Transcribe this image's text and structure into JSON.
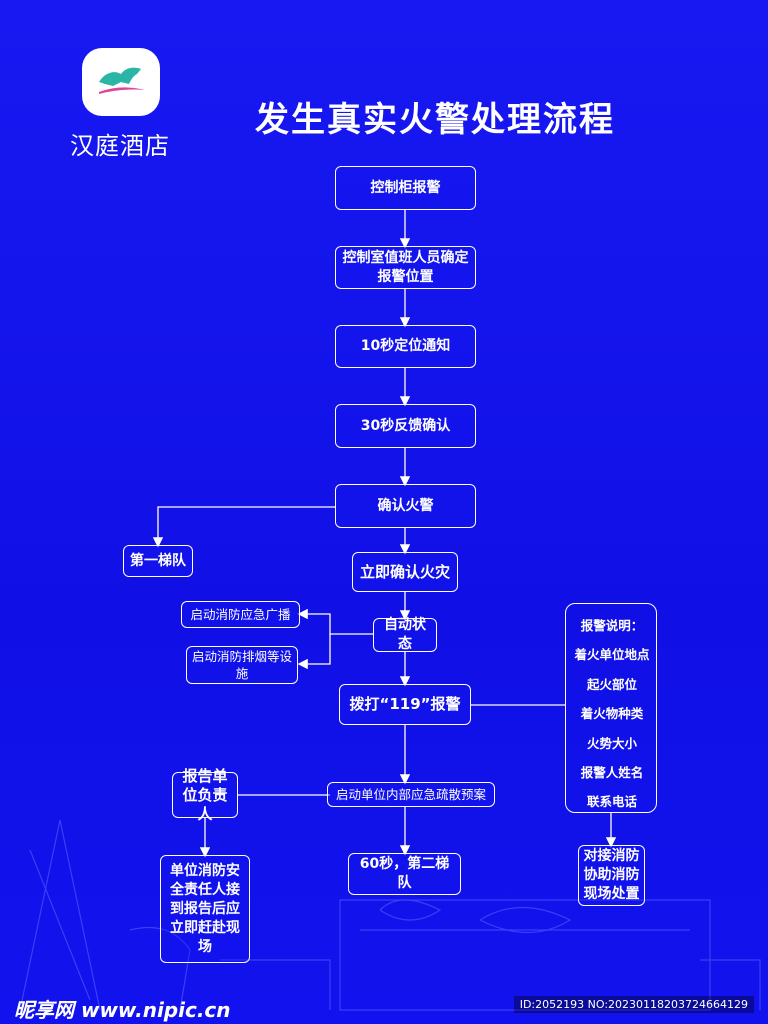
{
  "brand": {
    "name": "汉庭酒店"
  },
  "title": "发生真实火警处理流程",
  "nodes": {
    "control_alarm": "控制柜报警",
    "duty_confirm": "控制室值班人员确定报警位置",
    "notify10": "10秒定位通知",
    "feedback30": "30秒反馈确认",
    "confirm_fire": "确认火警",
    "team1": "第一梯队",
    "confirm_disaster": "立即确认火灾",
    "auto_state": "自动状态",
    "broadcast": "启动消防应急广播",
    "smoke": "启动消防排烟等设施",
    "call119": "拨打“119”报警",
    "report_unit": "报告单位负责人",
    "evac_plan": "启动单位内部应急疏散预案",
    "safety_officer": "单位消防安全责任人接到报告后应立即赶赴现场",
    "team2": "60秒，第二梯队",
    "dock_fire": "对接消防协助消防现场处置"
  },
  "alarm_info": {
    "heading": "报警说明：",
    "items": [
      "着火单位地点",
      "起火部位",
      "着火物种类",
      "火势大小",
      "报警人姓名",
      "联系电话"
    ]
  },
  "footer": {
    "site": "昵享网 www.nipic.cn",
    "id": "ID:2052193 NO:20230118203724664129"
  },
  "colors": {
    "background": "#1414f0",
    "line": "#ffffff",
    "logo_teal": "#2bb5a6",
    "logo_pink": "#e0439c"
  }
}
